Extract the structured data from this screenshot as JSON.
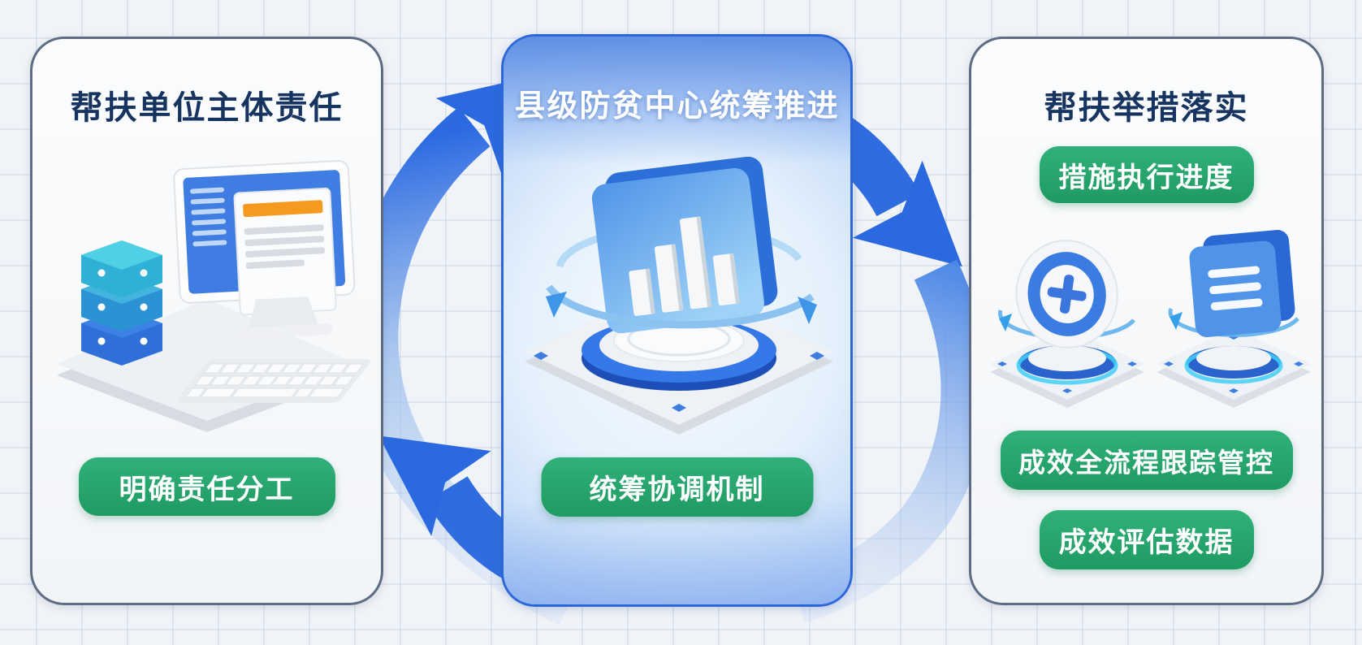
{
  "diagram": {
    "left_panel": {
      "title": "帮扶单位主体责任",
      "badge": "明确责任分工"
    },
    "middle_panel": {
      "title": "县级防贫中心统筹推进",
      "badge": "统筹协调机制"
    },
    "right_panel": {
      "title": "帮扶举措落实",
      "badges": [
        "措施执行进度",
        "成效全流程跟踪管控",
        "成效评估数据"
      ]
    },
    "colors": {
      "badge_green": "#27a56d",
      "arrow_blue": "#2e6cdf",
      "title_navy": "#16345f",
      "middle_card_border": "#2d66d6",
      "side_card_border": "#5e6c83",
      "background": "#f0f3f7"
    }
  }
}
